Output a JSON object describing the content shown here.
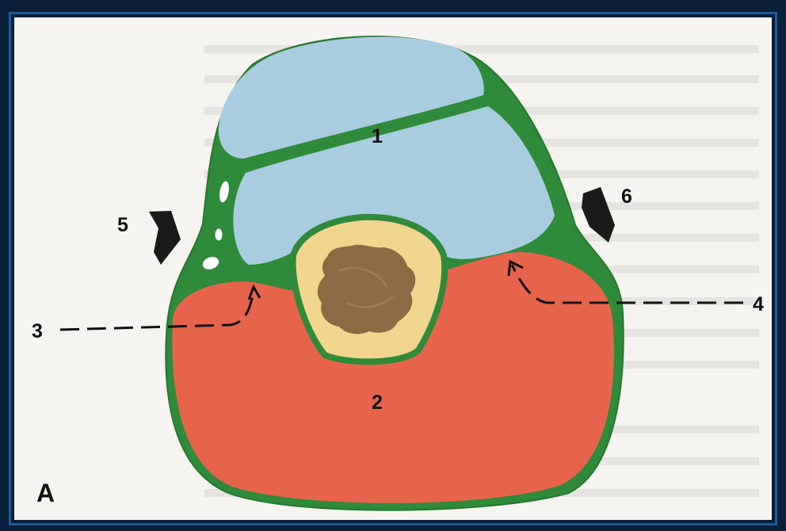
{
  "figure": {
    "panel_label": "A",
    "labels": {
      "l1": "1",
      "l2": "2",
      "l3": "3",
      "l4": "4",
      "l5": "5",
      "l6": "6"
    },
    "colors": {
      "frame": "#0b1f3a",
      "border": "#1c5d9a",
      "paper": "#f6f4f0",
      "outline_green": "#2f8a3a",
      "blue_region": "#a9cde0",
      "red_region": "#e8634c",
      "center_ring": "#f1d48e",
      "center_core": "#8c6a44",
      "arrow": "#1a1a1a"
    }
  }
}
